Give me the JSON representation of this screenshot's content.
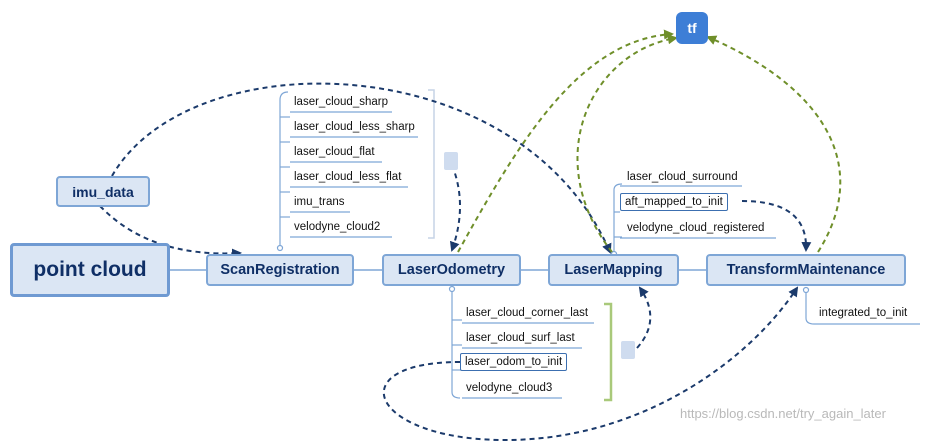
{
  "nodes": {
    "root": "point cloud",
    "scan_registration": "ScanRegistration",
    "laser_odometry": "LaserOdometry",
    "laser_mapping": "LaserMapping",
    "transform_maintenance": "TransformMaintenance",
    "imu_data": "imu_data",
    "tf": "tf"
  },
  "scan_registration_topics": [
    "laser_cloud_sharp",
    "laser_cloud_less_sharp",
    "laser_cloud_flat",
    "laser_cloud_less_flat",
    "imu_trans",
    "velodyne_cloud2"
  ],
  "laser_odometry_topics": [
    "laser_cloud_corner_last",
    "laser_cloud_surf_last",
    "laser_odom_to_init",
    "velodyne_cloud3"
  ],
  "laser_mapping_topics": [
    "laser_cloud_surround",
    "aft_mapped_to_init",
    "velodyne_cloud_registered"
  ],
  "transform_maintenance_topics": [
    "integrated_to_init"
  ],
  "watermark": "https://blog.csdn.net/try_again_later",
  "colors": {
    "node_fill": "#dbe6f4",
    "node_border": "#7ea6d6",
    "node_text": "#0f2f66",
    "dark_arrow": "#1b3a6b",
    "green_arrow": "#6f8f2a",
    "bracket": "#a9c97a",
    "tf_fill": "#3d7ed6"
  }
}
